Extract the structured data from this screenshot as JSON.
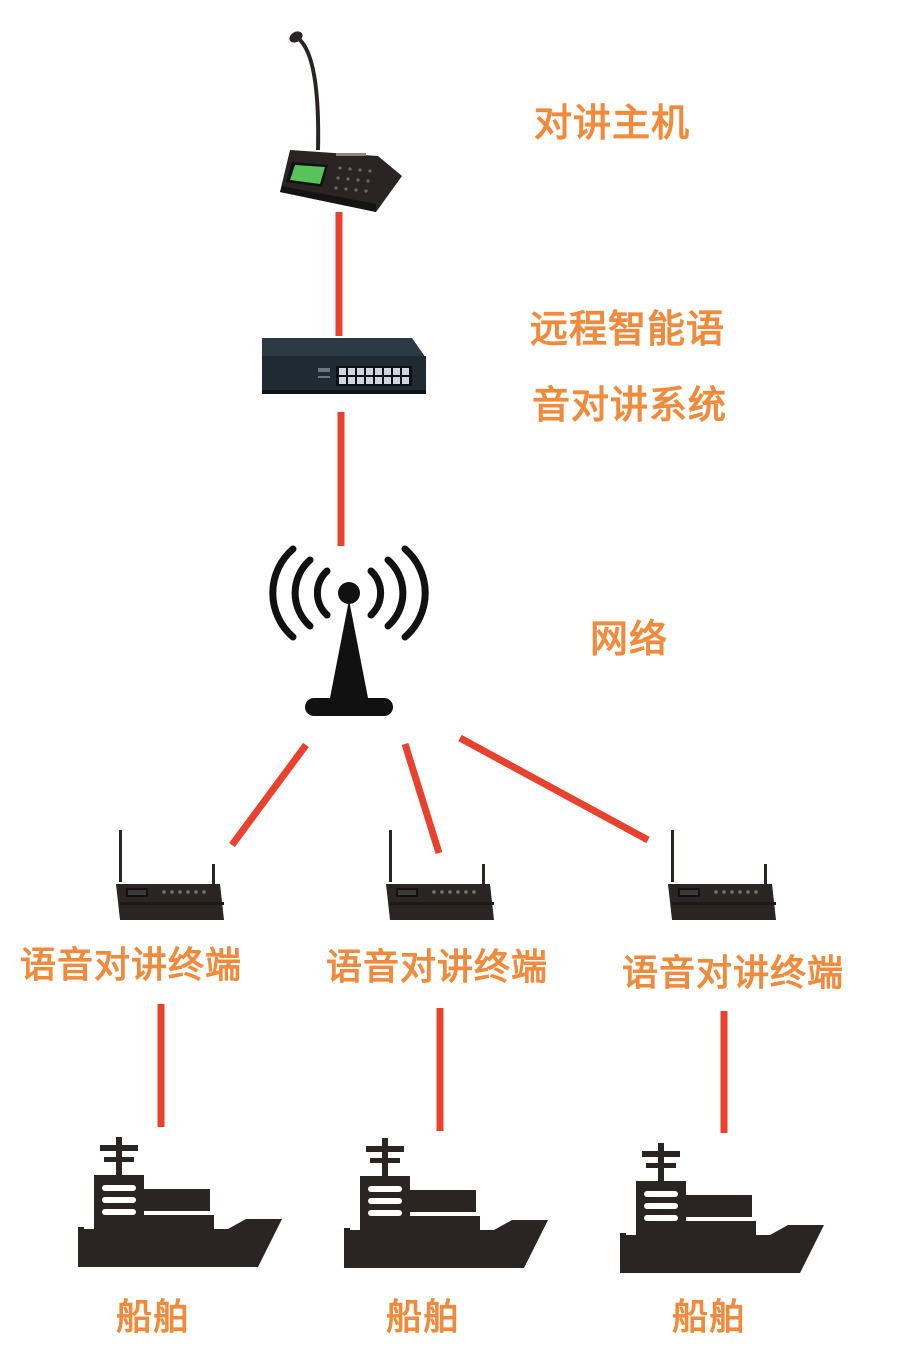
{
  "colors": {
    "label": "#f08a3c",
    "connector": "#e8412e",
    "device": "#2a2422",
    "screen": "#1c1c1c"
  },
  "labels": {
    "host": "对讲主机",
    "system_line1": "远程智能语",
    "system_line2": "音对讲系统",
    "network": "网络",
    "terminal_1": "语音对讲终端",
    "terminal_2": "语音对讲终端",
    "terminal_3": "语音对讲终端",
    "ship_1": "船舶",
    "ship_2": "船舶",
    "ship_3": "船舶"
  },
  "icons": {
    "host": "intercom-console-icon",
    "switch": "network-switch-icon",
    "tower": "antenna-tower-icon",
    "terminal": "radio-terminal-icon",
    "ship": "cargo-ship-icon"
  }
}
